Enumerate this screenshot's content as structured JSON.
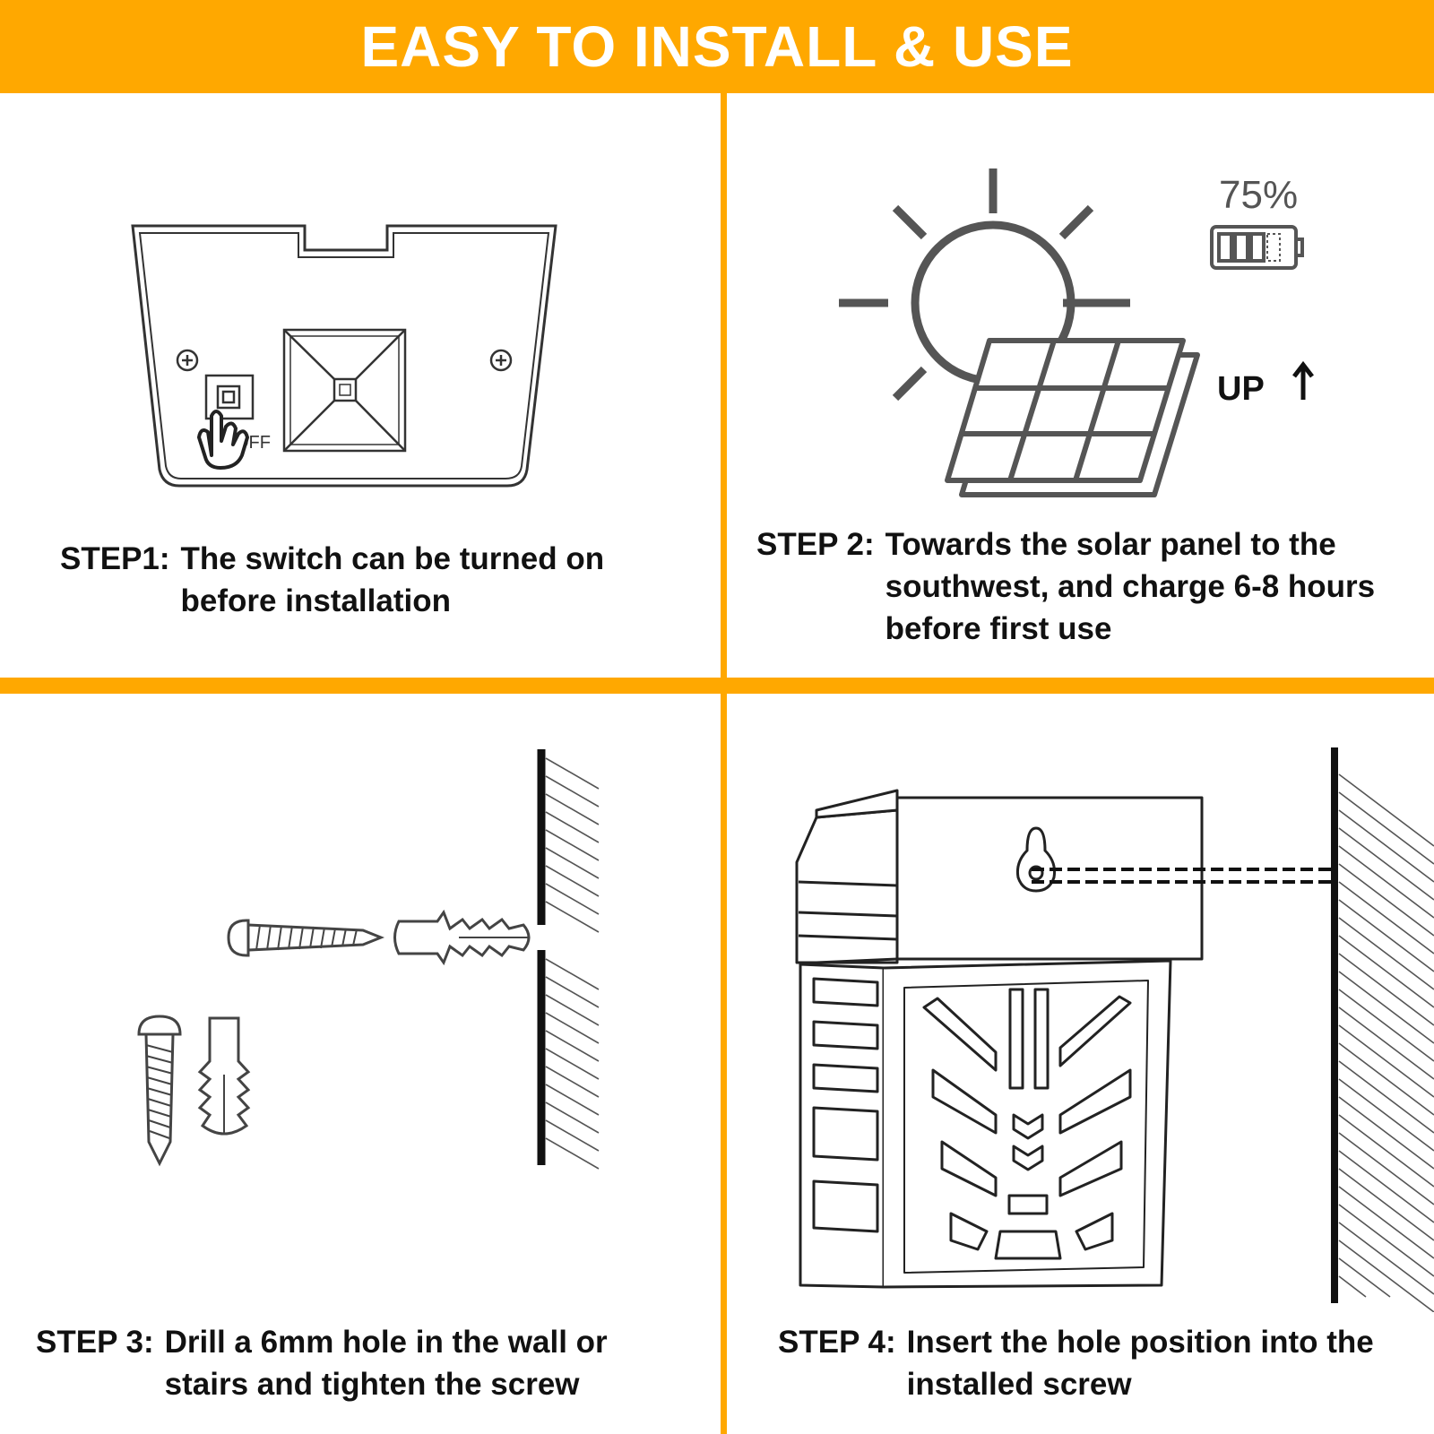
{
  "banner": {
    "title": "EASY TO INSTALL & USE"
  },
  "colors": {
    "accent": "#FFA800",
    "text": "#111111",
    "line": "#333333"
  },
  "steps": [
    {
      "label": "STEP1:",
      "text": "The switch can be turned on before installation"
    },
    {
      "label": "STEP 2:",
      "text": "Towards the solar panel to the southwest, and charge 6-8 hours before first use"
    },
    {
      "label": "STEP 3:",
      "text": "Drill a 6mm hole in the wall or stairs and tighten the screw"
    },
    {
      "label": "STEP 4:",
      "text": "Insert the hole position into the installed screw"
    }
  ],
  "step1_illustration": {
    "switch_label": "OFF",
    "icons": [
      "switch-button-icon",
      "pointing-hand-icon",
      "screw-icon",
      "led-lens-icon"
    ]
  },
  "step2_illustration": {
    "battery_percent_text": "75%",
    "battery_level": 0.75,
    "direction_text": "UP",
    "icons": [
      "sun-icon",
      "solar-panel-icon",
      "battery-icon",
      "up-arrow-icon"
    ]
  },
  "step3_illustration": {
    "icons": [
      "screw-icon",
      "wall-anchor-icon",
      "wall-icon"
    ]
  },
  "step4_illustration": {
    "icons": [
      "solar-light-icon",
      "keyhole-icon",
      "wall-icon"
    ]
  }
}
